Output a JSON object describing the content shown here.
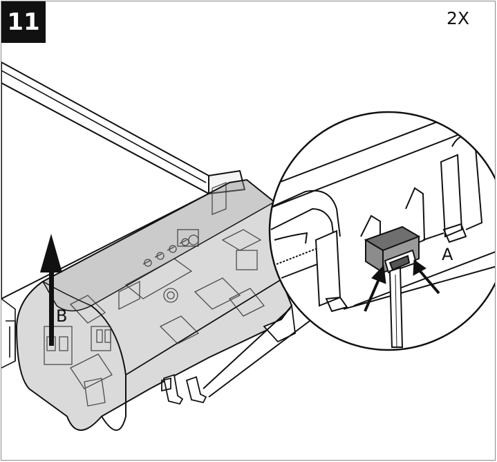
{
  "step": {
    "number": "11"
  },
  "quantity": {
    "label": "2X"
  },
  "callouts": {
    "a": "A",
    "b": "B"
  },
  "colors": {
    "ink": "#111111",
    "cover_tint": "#8c8c8c",
    "panel": "#f2f2f2",
    "frame": "#8a8a8a"
  },
  "icons": {
    "lift_arrow": "arrow-up-icon",
    "press_arrows": "arrow-pointer-icon",
    "tool": "screwdriver-icon"
  }
}
